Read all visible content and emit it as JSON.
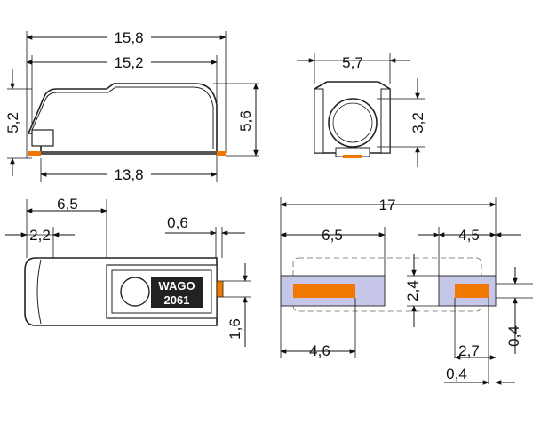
{
  "colors": {
    "contact_orange": "#f07800",
    "footprint_fill": "#c6c6e8",
    "outline": "#222222"
  },
  "side_view": {
    "dim_overall_length": "15,8",
    "dim_housing_length": "15,2",
    "dim_height": "5,2",
    "dim_total_height": "5,6",
    "dim_base_length": "13,8"
  },
  "end_view": {
    "dim_width": "5,7",
    "dim_opening": "3,2"
  },
  "top_view": {
    "dim_left_section": "6,5",
    "dim_entry": "2,2",
    "dim_offset": "0,6",
    "dim_pin_height": "1,6",
    "logo_brand": "WAGO",
    "logo_number": "2061"
  },
  "footprint": {
    "dim_total": "17",
    "dim_left_pad": "6,5",
    "dim_right_pad": "4,5",
    "dim_pad_height": "2,4",
    "dim_left_slot": "4,6",
    "dim_right_slot": "2,7",
    "dim_offset_a": "0,4",
    "dim_offset_b": "0,4"
  }
}
